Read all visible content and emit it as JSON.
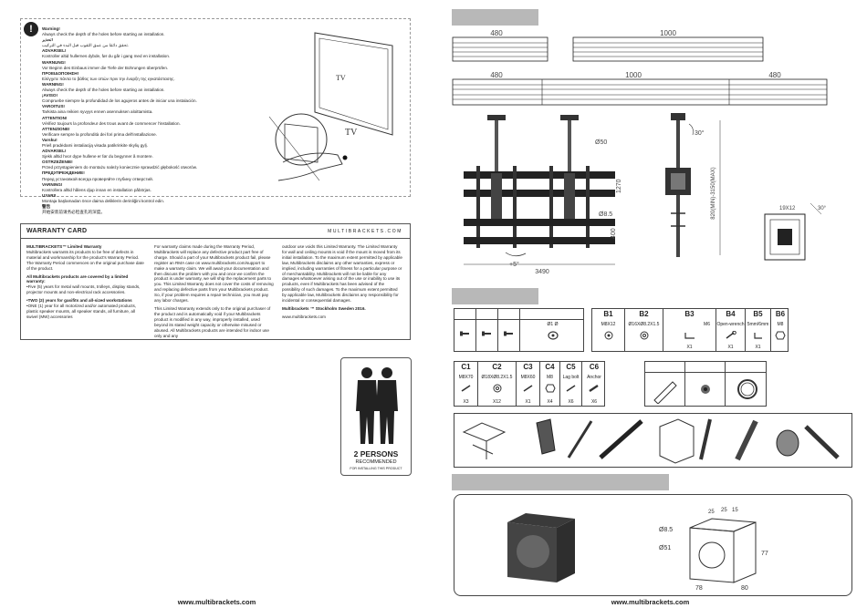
{
  "warning": {
    "lines": [
      {
        "text": "Warning!",
        "bold": true
      },
      {
        "text": "Always check the depth of the holes before starting an installation.",
        "bold": false
      },
      {
        "text": "تحذير!",
        "bold": true
      },
      {
        "text": "تحقق دائمًا من عمق الثقوب قبل البدء في التركيب.",
        "bold": false
      },
      {
        "text": "ADVARSEL!",
        "bold": true
      },
      {
        "text": "Kontroller altid hullernes dybde, før du går i gang med en installation.",
        "bold": false
      },
      {
        "text": "WARNUNG!",
        "bold": true
      },
      {
        "text": "Vor Beginn des Einbaus immer die Tiefe der Bohrungen überprüfen.",
        "bold": false
      },
      {
        "text": "ΠΡΟΕΙΔΟΠΟΙΗΣΗ!",
        "bold": true
      },
      {
        "text": "Ελέγχετε πάντα το βάθος των οπών πριν την έναρξη της εγκατάστασης.",
        "bold": false
      },
      {
        "text": "WARNING!",
        "bold": true
      },
      {
        "text": "Always check the depth of the holes before starting an installation.",
        "bold": false
      },
      {
        "text": "¡AVISO!",
        "bold": true
      },
      {
        "text": "Compruebe siempre la profundidad de los agujeros antes de iniciar una instalación.",
        "bold": false
      },
      {
        "text": "VAROITUS!",
        "bold": true
      },
      {
        "text": "Tarkista aina reikien syvyys ennen asennuksen aloittamista.",
        "bold": false
      },
      {
        "text": "ATTENTION!",
        "bold": true
      },
      {
        "text": "Vérifiez toujours la profondeur des trous avant de commencer l'installation.",
        "bold": false
      },
      {
        "text": "ATTENZIONE!",
        "bold": true
      },
      {
        "text": "Verificare sempre la profondità dei fori prima dell'installazione.",
        "bold": false
      },
      {
        "text": "Varsku!",
        "bold": true
      },
      {
        "text": "Prieš pradėdami instaliaciją visada patikrinkite skylių gylį.",
        "bold": false
      },
      {
        "text": "ADVARSEL!",
        "bold": true
      },
      {
        "text": "Sjekk alltid hvor dype hullene er før du begynner å montere.",
        "bold": false
      },
      {
        "text": "OSTRZEŻENIE!",
        "bold": true
      },
      {
        "text": "Przed przystąpieniem do montażu należy koniecznie sprawdzić głębokość otworów.",
        "bold": false
      },
      {
        "text": "ПРЕДУПРЕЖДЕНИЕ!",
        "bold": true
      },
      {
        "text": "Перед установкой всегда проверяйте глубину отверстий.",
        "bold": false
      },
      {
        "text": "VARNING!",
        "bold": true
      },
      {
        "text": "Kontrollera alltid hålens djup innan en installation påbörjas.",
        "bold": false
      },
      {
        "text": "UYARI!",
        "bold": true
      },
      {
        "text": "Montaja başlamadan önce daima deliklerin derinliğini kontrol edin.",
        "bold": false
      },
      {
        "text": "警告",
        "bold": true
      },
      {
        "text": "开始安装前请务必检查孔的深度。",
        "bold": false
      }
    ],
    "tv_label_top": "TV",
    "tv_label_bottom": "TV"
  },
  "warranty": {
    "title": "WARRANTY CARD",
    "brand": "MULTIBRACKETS.COM",
    "col1": {
      "p1_title": "MULTIBRACKETS™ Limited Warranty",
      "p1": "Multibrackets warrants its products to be free of defects in material and workmanship for the product's Warranty Period. The Warranty Period commences on the original purchase date of the product.",
      "p2_title": "All Multibrackets products are covered by a limited warranty:",
      "p2": "•Five (5) years for metal wall mounts, trolleys, display stands, projector mounts and non-electrical rack accessories.",
      "p3_title": "•TWO (2) years for gasifits and all-sized workstations",
      "p3": "•ONE (1) year for all motorized and/or automated products, plastic speaker mounts, all speaker stands, all furniture, all swivel (MW) accessories"
    },
    "col2": {
      "p1": "For warranty claims made during the Warranty Period, Multibrackets will replace any defective product part free of charge. Should a part of your Multibrackets product fail, please register an RMA case on www.multibrackets.com/support to make a warranty claim. We will await your documentation and then discuss the problem with you and once we confirm the product is under warranty, we will ship the replacement parts to you. This Limited Warranty does not cover the costs of removing and replacing defective parts from your Multibrackets product. So, if your problem requires a repair technician, you must pay any labor charges.",
      "p2": "This Limited Warranty extends only to the original purchaser of the product and is automatically void if your Multibrackets product is modified in any way, improperly installed, used beyond its stated weight capacity or otherwise misused or abused. All Multibrackets products are intended for indoor use only and any"
    },
    "col3": {
      "p1": "outdoor use voids this Limited Warranty. The Limited Warranty for wall and ceiling mounts is void if the mount is moved from its initial installation. To the maximum extent permitted by applicable law, Multibrackets disclaims any other warranties, express or implied, including warranties of fitness for a particular purpose or of merchantability. Multibrackets will not be liable for any damages whatsoever arising out of the use or inability to use its products, even if Multibrackets has been advised of the possibility of such damages. To the maximum extent permitted by applicable law, Multibrackets disclaims any responsibility for incidental or consequential damages.",
      "p2": "Multibrackets ™ Stockholm Sweden 2016.",
      "p3": "www.multibrackets.com"
    }
  },
  "persons": {
    "big": "2 PERSONS",
    "mid": "RECOMMENDED",
    "small": "FOR INSTALLING THIS PRODUCT"
  },
  "footer_left": "www.multibrackets.com",
  "footer_right": "www.multibrackets.com",
  "dims": {
    "rail_a": "480",
    "rail_b": "1000",
    "rail_c1": "480",
    "rail_c2": "1000",
    "rail_c3": "480",
    "pole": "Ø50",
    "h_frame": "1270",
    "hole": "Ø8.5",
    "v_small": "400",
    "width_total": "3490",
    "angle_top": "30°",
    "angle_side": "+5°",
    "height_range": "820(MIN)-3150(MAX)",
    "plate_w": "19X12",
    "plate_angle": "30°",
    "block_hole": "Ø8.5",
    "block_bore": "Ø51",
    "block_d1": "25",
    "block_d2": "25",
    "block_d3": "15",
    "block_h": "77",
    "block_w": "80",
    "block_d": "78"
  },
  "kit_a": {
    "cells": [
      {
        "code": "",
        "desc": "",
        "qty": ""
      },
      {
        "code": "",
        "desc": "",
        "qty": ""
      },
      {
        "code": "",
        "desc": "",
        "qty": ""
      },
      {
        "code": "",
        "desc": "Ø1   Ø",
        "qty": ""
      }
    ]
  },
  "kit_b": {
    "cells": [
      {
        "code": "B1",
        "desc": "M8X12",
        "qty": ""
      },
      {
        "code": "B2",
        "desc": "Ø16XØ8.2X1.5",
        "qty": ""
      },
      {
        "code": "B3",
        "desc": "M6",
        "qty": "X1"
      },
      {
        "code": "B4",
        "desc": "Open-wrench",
        "qty": "X1"
      },
      {
        "code": "B5",
        "desc": "5mm/6mm",
        "qty": "X1"
      },
      {
        "code": "B6",
        "desc": "M8",
        "qty": ""
      }
    ]
  },
  "kit_c": {
    "cells": [
      {
        "code": "C1",
        "desc": "M8X70",
        "qty": "X3"
      },
      {
        "code": "C2",
        "desc": "Ø18XØ8.2X1.5",
        "qty": "X12"
      },
      {
        "code": "C3",
        "desc": "M8X60",
        "qty": "X1"
      },
      {
        "code": "C4",
        "desc": "M8",
        "qty": "X4"
      },
      {
        "code": "C5",
        "desc": "Lag bolt",
        "qty": "X6"
      },
      {
        "code": "C6",
        "desc": "Anchor",
        "qty": "X6"
      }
    ]
  }
}
